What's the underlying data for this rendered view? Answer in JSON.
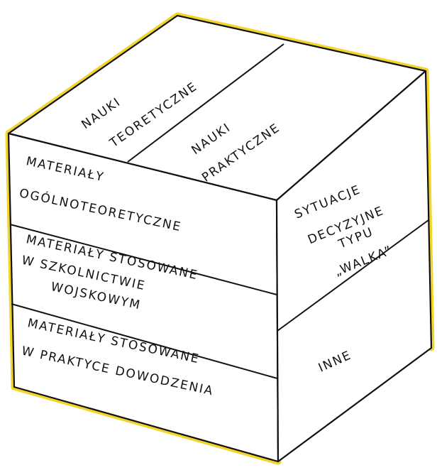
{
  "colors": {
    "background": "#ffffff",
    "edge_highlight": "#f2d52a",
    "ink": "#111111"
  },
  "top_face": {
    "left_section": [
      "NAUKI",
      "TEORETYCZNE"
    ],
    "right_section": [
      "NAUKI",
      "PRAKTYCZNE"
    ]
  },
  "front_face": {
    "rows": [
      [
        "MATERIAŁY",
        "OGÓLNOTEORETYCZNE"
      ],
      [
        "MATERIAŁY STOSOWANE",
        "W SZKOLNICTWIE",
        "WOJSKOWYM"
      ],
      [
        "MATERIAŁY STOSOWANE",
        "W PRAKTYCE DOWODZENIA"
      ]
    ]
  },
  "right_face": {
    "upper_section": [
      "SYTUACJE",
      "DECYZYJNE",
      "TYPU",
      "„WALKA”"
    ],
    "lower_section": [
      "INNE"
    ]
  }
}
